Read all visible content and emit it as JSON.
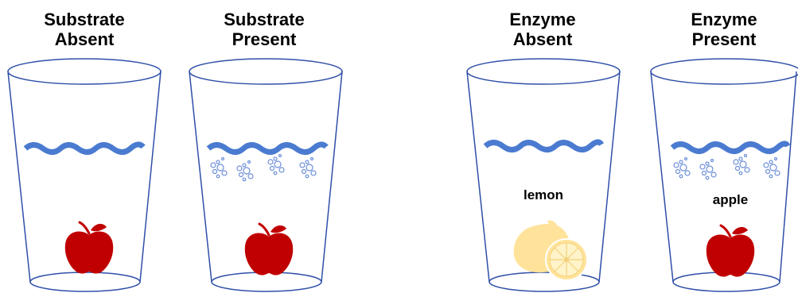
{
  "panels": [
    {
      "title_line1": "Substrate",
      "title_line2": "Absent",
      "fruit": "apple-icon",
      "fruit_label": "",
      "bubbles": false
    },
    {
      "title_line1": "Substrate",
      "title_line2": "Present",
      "fruit": "apple-icon",
      "fruit_label": "",
      "bubbles": true
    },
    {
      "title_line1": "Enzyme",
      "title_line2": "Absent",
      "fruit": "lemon-icon",
      "fruit_label": "lemon",
      "bubbles": false
    },
    {
      "title_line1": "Enzyme",
      "title_line2": "Present",
      "fruit": "apple-icon",
      "fruit_label": "apple",
      "bubbles": true
    }
  ],
  "colors": {
    "cup_outline": "#2f4fa8",
    "water": "#4a7bd0",
    "apple": "#c00000",
    "apple_stem": "#c00000",
    "lemon": "#ffe39a",
    "bubbles": "#6d8fd8"
  }
}
